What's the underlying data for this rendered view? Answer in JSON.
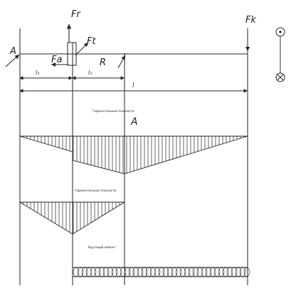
{
  "labels": {
    "Fr": "Fr",
    "Fk": "Fk",
    "Ft": "Ft",
    "Fa": "Fa",
    "R": "R",
    "A_left": "A",
    "A_mid": "A",
    "l1_left": "l₁",
    "l1_right": "l₁",
    "l": "l"
  },
  "section_captions": {
    "vertical_moments": "Горизонтальные плоскости",
    "horizontal_moments": "Горизонтальные плоскости",
    "torque": "Крутящий момент"
  },
  "symbols": {
    "out_of_page": "dot-in-circle-icon",
    "into_page": "cross-in-circle-icon"
  },
  "colors": {
    "line": "#222222",
    "background": "#ffffff"
  }
}
